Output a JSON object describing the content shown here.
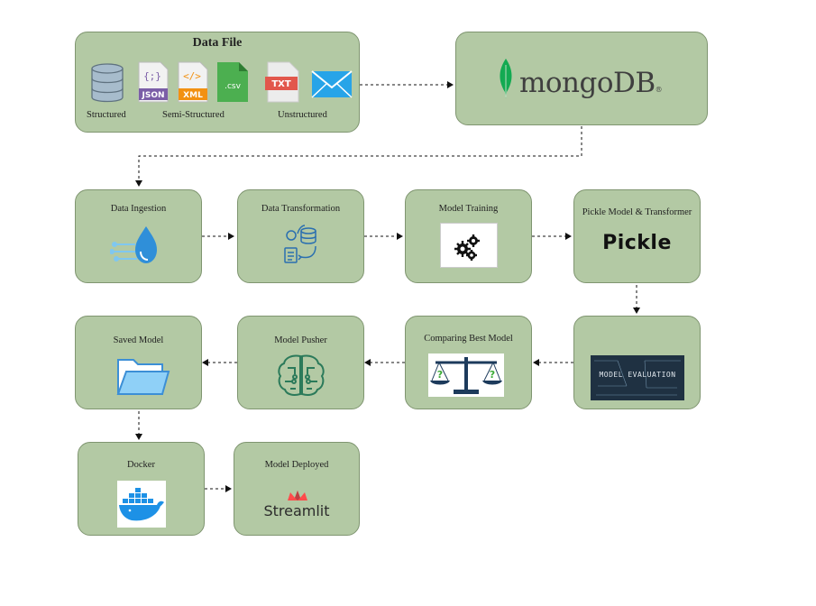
{
  "data_file": {
    "title": "Data File",
    "structured_label": "Structured",
    "semi_structured_label": "Semi-Structured",
    "unstructured_label": "Unstructured",
    "badges": {
      "json": "JSON",
      "xml": "XML",
      "csv": ".csv",
      "txt": "TXT"
    }
  },
  "mongodb": {
    "wordmark": "mongoDB",
    "reg": "®"
  },
  "steps": {
    "ingestion": "Data Ingestion",
    "transformation": "Data Transformation",
    "training": "Model Training",
    "pickle": "Pickle Model & Transformer",
    "pickle_logo": "Pickle",
    "evaluation_img_text": "MODEL EVALUATION",
    "comparing": "Comparing Best Model",
    "pusher": "Model Pusher",
    "saved": "Saved Model",
    "docker": "Docker",
    "deployed": "Model Deployed",
    "streamlit": "Streamlit"
  },
  "colors": {
    "box_fill": "#b3c9a4",
    "box_border": "#7f9570",
    "mongo_green": "#13aa52",
    "icon_blue": "#1e88e5",
    "docker_blue": "#1d91e6",
    "streamlit_red": "#ff4b4b"
  }
}
